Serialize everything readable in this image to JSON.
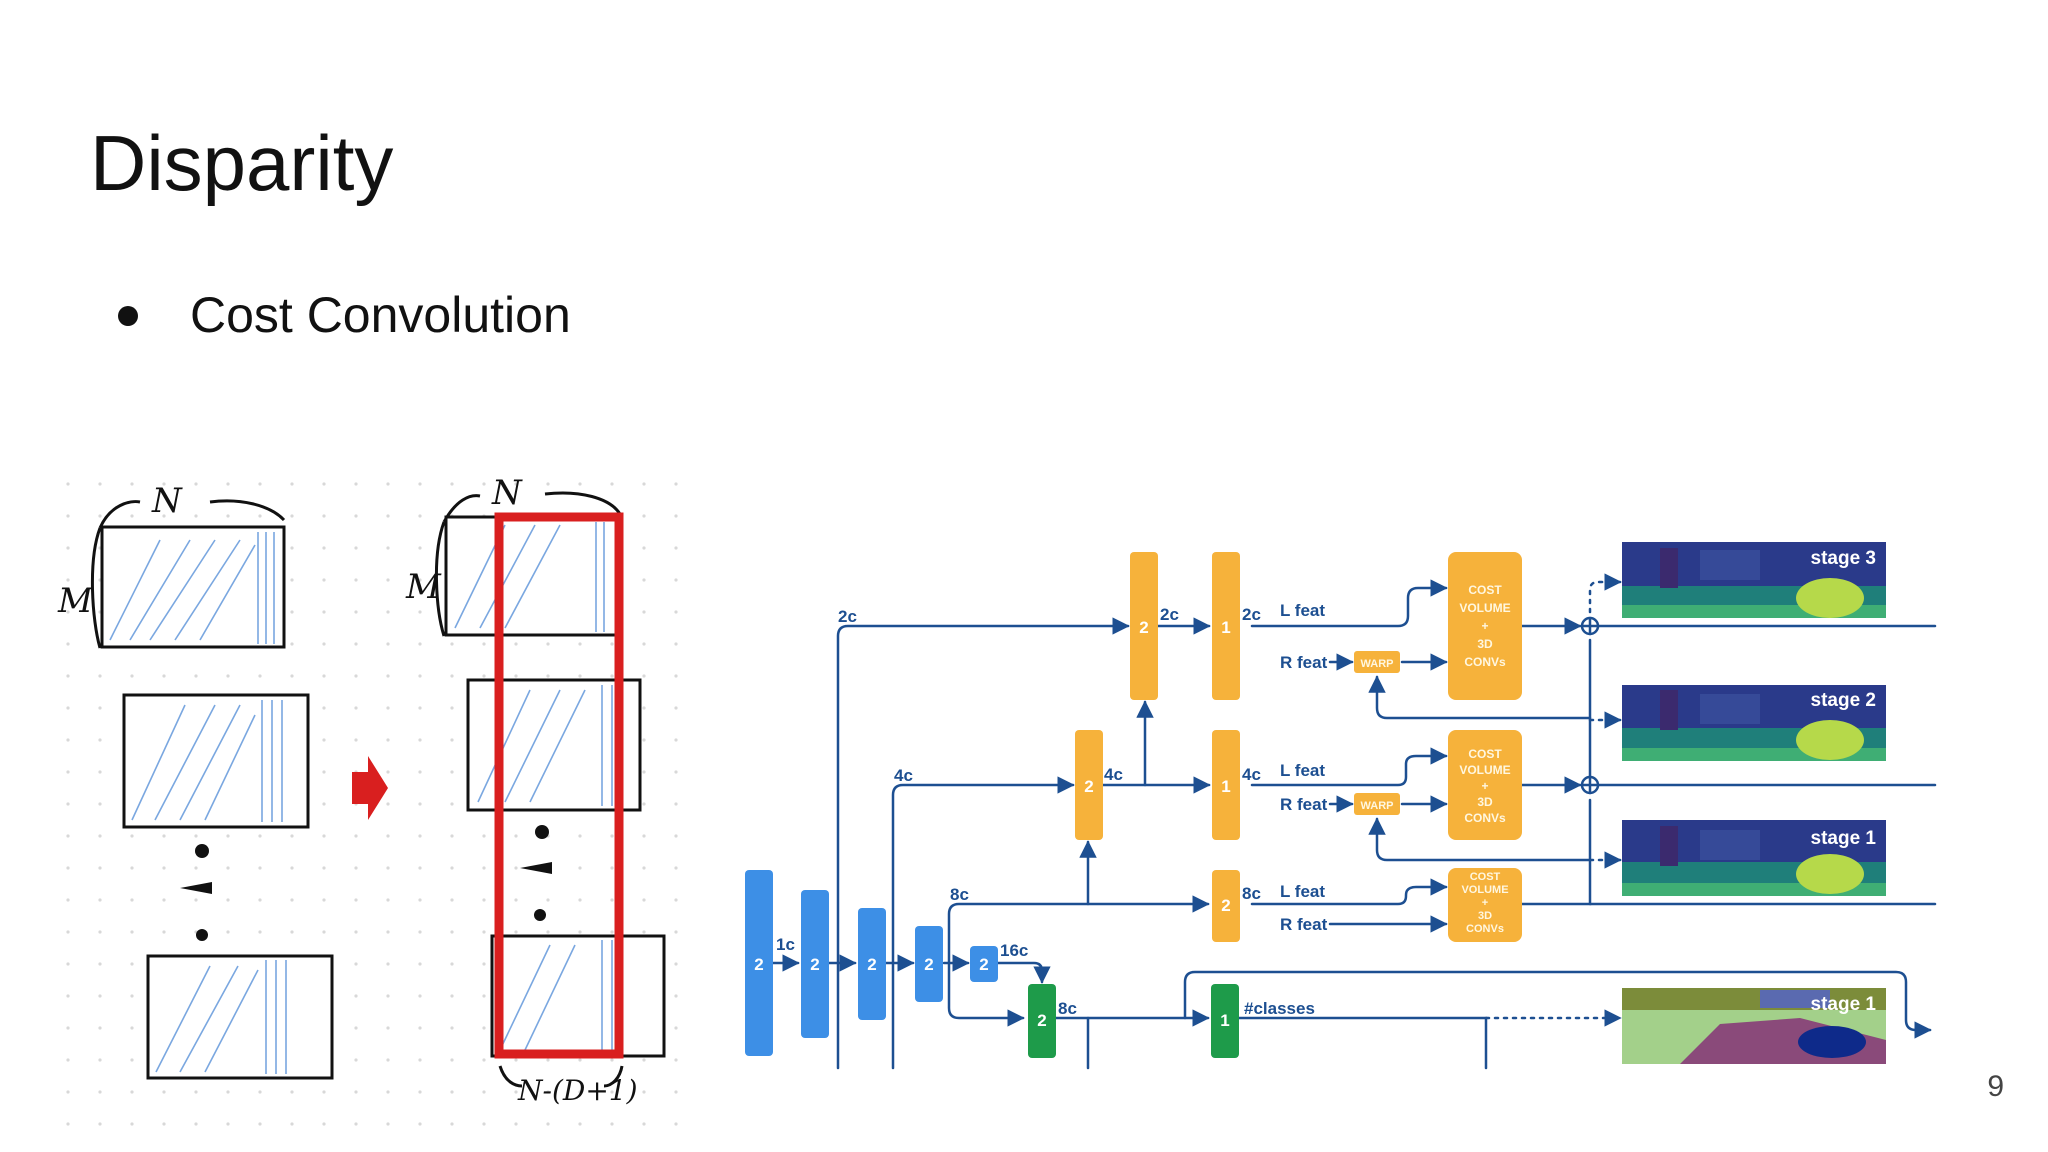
{
  "slide": {
    "title": "Disparity",
    "bullet": "Cost Convolution",
    "page_number": "9"
  },
  "sketch": {
    "dim_n": "N",
    "dim_m": "M",
    "bottom_label": "N-(D+1)"
  },
  "network": {
    "blue_nodes": [
      "2",
      "2",
      "2",
      "2",
      "2"
    ],
    "green_nodes": [
      "2",
      "1"
    ],
    "orange_nodes": [
      "2",
      "1",
      "2",
      "1",
      "2"
    ],
    "channel_labels": {
      "c1": "1c",
      "c2": "2c",
      "c4": "4c",
      "c8": "8c",
      "c16": "16c",
      "c2b": "2c",
      "c2c": "2c",
      "c4b": "4c",
      "c4c": "4c",
      "c8b": "8c",
      "c8c": "8c",
      "classes": "#classes"
    },
    "l_feat": "L feat",
    "r_feat": "R feat",
    "warp": "WARP",
    "cost_volume": [
      "COST",
      "VOLUME",
      "+",
      "3D",
      "CONVs"
    ],
    "stages": [
      "stage 3",
      "stage 2",
      "stage 1",
      "stage 1"
    ]
  },
  "colors": {
    "blue": "#3d8fe6",
    "orange": "#f6b23b",
    "green": "#1e9b4a",
    "line": "#1d4f91",
    "red": "#d91f1f",
    "sketch_blue": "#7aa7e0"
  }
}
